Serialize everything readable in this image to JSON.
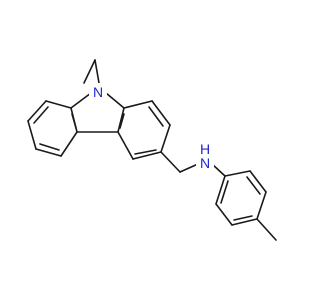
{
  "molecule": {
    "labels": {
      "ring_nitrogen": "N",
      "amine_nitrogen": "N",
      "amine_hydrogen": "H"
    },
    "colors": {
      "bond": "#1a1a1a",
      "heteroatom": "#2323d6",
      "background": "#ffffff"
    }
  }
}
